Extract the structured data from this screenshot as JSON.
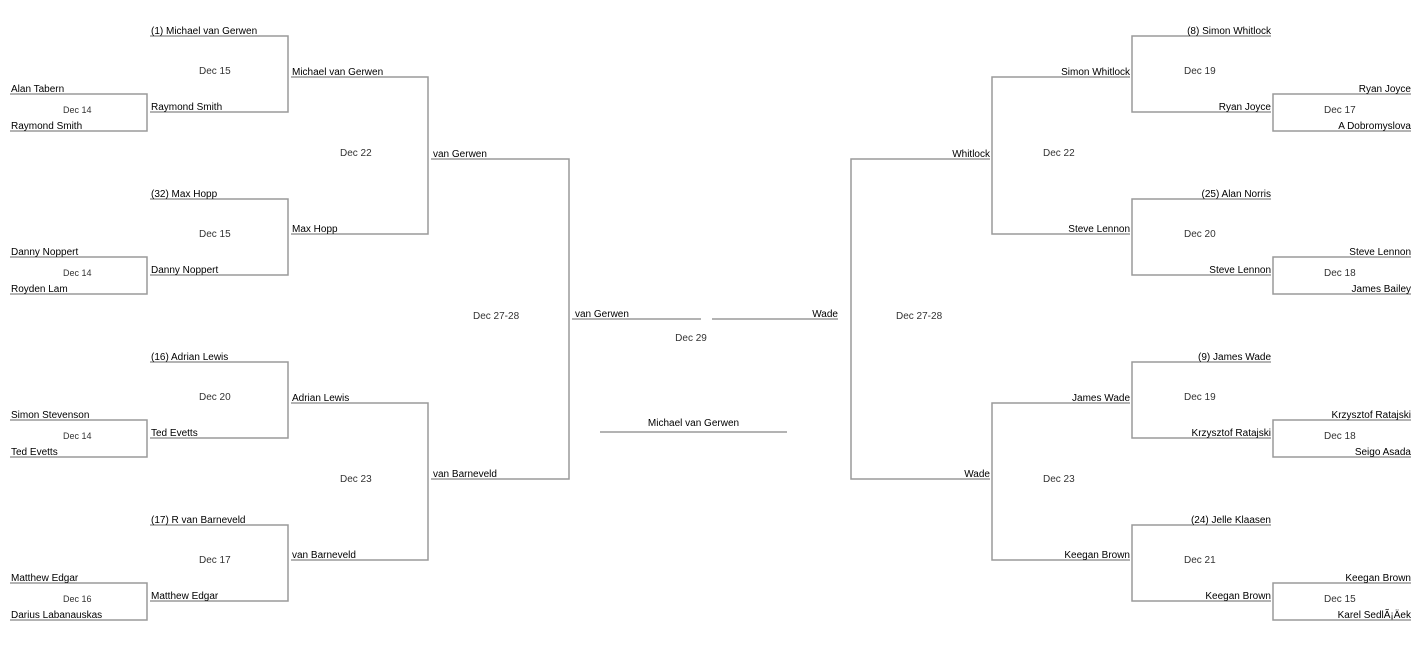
{
  "left": {
    "r1": [
      {
        "top": "Alan Tabern",
        "bottom": "Raymond Smith",
        "date": "Dec 14"
      },
      {
        "top": "Danny Noppert",
        "bottom": "Royden Lam",
        "date": "Dec 14"
      },
      {
        "top": "Simon Stevenson",
        "bottom": "Ted Evetts",
        "date": "Dec 14"
      },
      {
        "top": "Matthew Edgar",
        "bottom": "Darius Labanauskas",
        "date": "Dec 16"
      }
    ],
    "r2": [
      {
        "seed": "(1) Michael van Gerwen",
        "qualifier": "Raymond Smith",
        "date": "Dec 15"
      },
      {
        "seed": "(32) Max Hopp",
        "qualifier": "Danny Noppert",
        "date": "Dec 15"
      },
      {
        "seed": "(16) Adrian Lewis",
        "qualifier": "Ted Evetts",
        "date": "Dec 20"
      },
      {
        "seed": "(17) R van Barneveld",
        "qualifier": "Matthew Edgar",
        "date": "Dec 17"
      }
    ],
    "r3": [
      {
        "top": "Michael van Gerwen",
        "bottom": "Max Hopp",
        "date": "Dec 22"
      },
      {
        "top": "Adrian Lewis",
        "bottom": "van Barneveld",
        "date": "Dec 23"
      }
    ],
    "qf": {
      "top": "van Gerwen",
      "bottom": "van Barneveld",
      "date": "Dec 27-28"
    },
    "sf": "van Gerwen"
  },
  "right": {
    "r1": [
      {
        "top": "Ryan Joyce",
        "bottom": "A Dobromyslova",
        "date": "Dec 17"
      },
      {
        "top": "Steve Lennon",
        "bottom": "James Bailey",
        "date": "Dec 18"
      },
      {
        "top": "Krzysztof Ratajski",
        "bottom": "Seigo Asada",
        "date": "Dec 18"
      },
      {
        "top": "Keegan Brown",
        "bottom": "Karel SedlÃ¡Äek",
        "date": "Dec 15"
      }
    ],
    "r2": [
      {
        "seed": "(8) Simon Whitlock",
        "qualifier": "Ryan Joyce",
        "date": "Dec 19"
      },
      {
        "seed": "(25) Alan Norris",
        "qualifier": "Steve Lennon",
        "date": "Dec 20"
      },
      {
        "seed": "(9) James Wade",
        "qualifier": "Krzysztof Ratajski",
        "date": "Dec 19"
      },
      {
        "seed": "(24) Jelle Klaasen",
        "qualifier": "Keegan Brown",
        "date": "Dec 21"
      }
    ],
    "r3": [
      {
        "top": "Simon Whitlock",
        "bottom": "Steve Lennon",
        "date": "Dec 22"
      },
      {
        "top": "James Wade",
        "bottom": "Keegan Brown",
        "date": "Dec 23"
      }
    ],
    "qf": {
      "top": "Whitlock",
      "bottom": "Wade",
      "date": "Dec 27-28"
    },
    "sf": "Wade"
  },
  "final": {
    "date": "Dec 29",
    "winner": "Michael van Gerwen"
  },
  "line_color": "#9a9a9a"
}
